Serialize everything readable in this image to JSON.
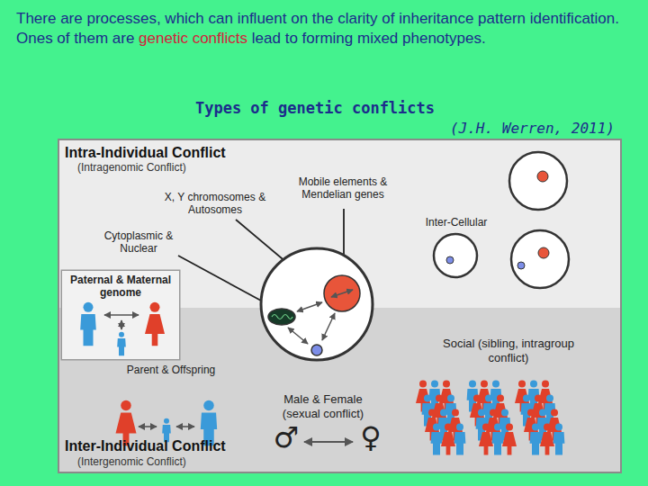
{
  "diagram": {
    "title": "Types of genetic conflicts",
    "nodes": [
      {
        "text": [
          "Intra-Individual Conflict",
          "(Intragenomic Conflict)"
        ]
      },
      {
        "text": [
          "Paternal & Maternal genome"
        ],
        "in": 0
      },
      {
        "text": [
          "Inter-Individual Conflict",
          "(Intergenomic Conflict)"
        ]
      }
    ],
    "labels": [
      "There are processes, which can influent on the clarity of inheritance pattern identification. Ones of them are",
      "genetic conflicts",
      "lead to forming mixed phenotypes.",
      "(J.H. Werren, 2011)",
      "Mobile elements & Mendelian genes",
      "X, Y chromosomes & Autosomes",
      "Cytoplasmic & Nuclear",
      "Inter-Cellular",
      "Parent & Offspring",
      "Male & Female (sexual conflict)",
      "Social (sibling, intragroup conflict)",
      "♂",
      "♀"
    ]
  }
}
